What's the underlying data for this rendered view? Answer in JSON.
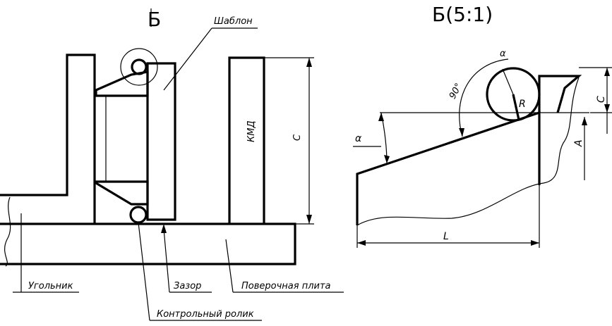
{
  "left_view": {
    "title": "Б",
    "labels": {
      "template": "Шаблон",
      "angle_piece": "Угольник",
      "gap": "Зазор",
      "surface_plate": "Поверочная плита",
      "control_roller": "Контрольный ролик",
      "gauge_blocks": "КМД",
      "height_dim": "С"
    }
  },
  "right_view": {
    "title": "Б(5:1)",
    "labels": {
      "alpha_top": "α",
      "right_angle": "90°",
      "radius": "R",
      "alpha_left": "α",
      "dim_c": "С",
      "dim_a": "А",
      "dim_l": "L"
    }
  }
}
